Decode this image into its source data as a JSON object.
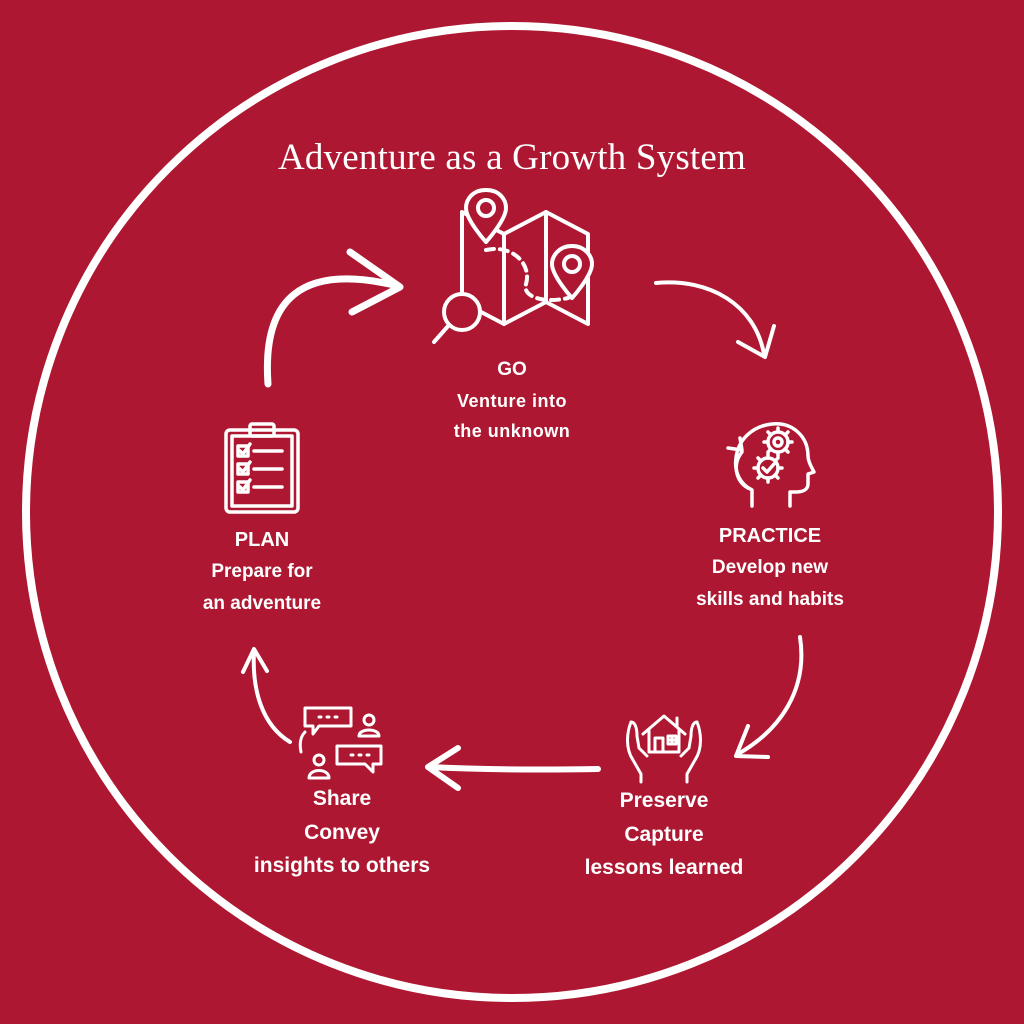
{
  "title": "Adventure as a Growth System",
  "stages": {
    "go": {
      "name": "GO",
      "desc_line1": "Venture into",
      "desc_line2": "the unknown",
      "icon": "map-icon"
    },
    "practice": {
      "name": "PRACTICE",
      "desc_line1": "Develop new",
      "desc_line2": "skills and habits",
      "icon": "head-gears-icon"
    },
    "preserve": {
      "name": "Preserve",
      "desc_line1": "Capture",
      "desc_line2": "lessons learned",
      "icon": "hands-house-icon"
    },
    "share": {
      "name": "Share",
      "desc_line1": "Convey",
      "desc_line2": "insights to others",
      "icon": "chat-people-icon"
    },
    "plan": {
      "name": "PLAN",
      "desc_line1": "Prepare for",
      "desc_line2": "an adventure",
      "icon": "clipboard-checklist-icon"
    }
  },
  "colors": {
    "background": "#ad1731",
    "foreground": "#ffffff"
  }
}
